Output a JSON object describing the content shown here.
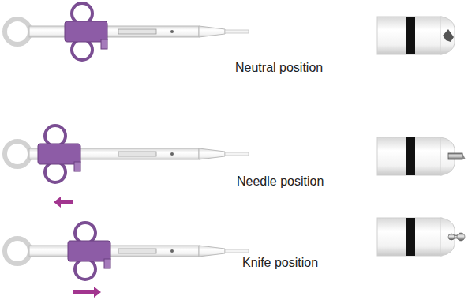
{
  "diagram": {
    "labels": [
      "Neutral position",
      "Needle position",
      "Knife position"
    ]
  }
}
